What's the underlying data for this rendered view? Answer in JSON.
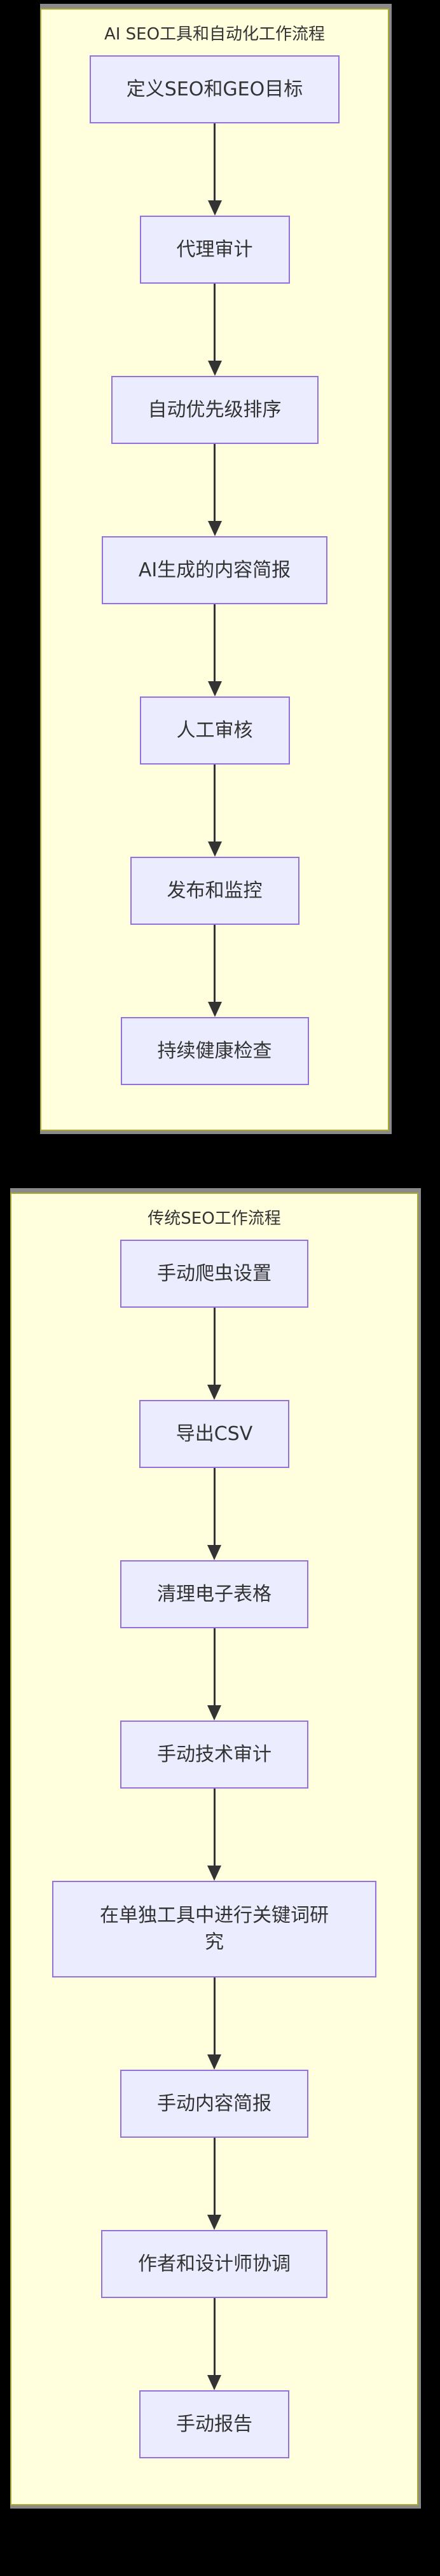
{
  "panels": [
    {
      "title": "AI SEO工具和自动化工作流程",
      "steps": [
        "定义SEO和GEO目标",
        "代理审计",
        "自动优先级排序",
        "AI生成的内容简报",
        "人工审核",
        "发布和监控",
        "持续健康检查"
      ]
    },
    {
      "title": "传统SEO工作流程",
      "steps": [
        "手动爬虫设置",
        "导出CSV",
        "清理电子表格",
        "手动技术审计",
        "在单独工具中进行关键词研究",
        "手动内容简报",
        "作者和设计师协调",
        "手动报告"
      ]
    }
  ],
  "colors": {
    "background": "#000000",
    "panel_fill": "#ffffde",
    "panel_border": "#aaaa33",
    "panel_shadow": "#8a8a8a",
    "node_fill": "#ececff",
    "node_border": "#9370db",
    "text": "#333333",
    "edge": "#333333"
  }
}
